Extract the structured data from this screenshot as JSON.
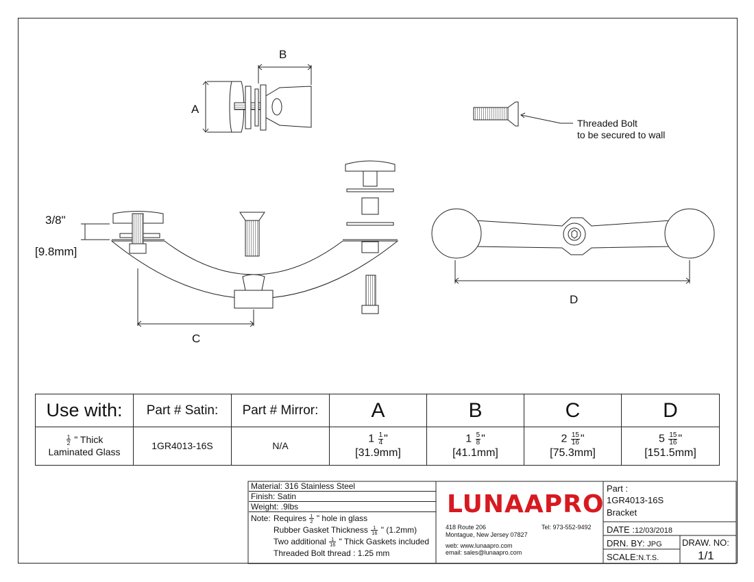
{
  "drawing": {
    "dim_a": "A",
    "dim_b": "B",
    "dim_c": "C",
    "dim_d": "D",
    "thickness_in": "3/8\"",
    "thickness_mm": "[9.8mm]",
    "bolt_callout_line1": "Threaded Bolt",
    "bolt_callout_line2": "to be secured to wall"
  },
  "spec_table": {
    "headers": [
      "Use with:",
      "Part # Satin:",
      "Part # Mirror:",
      "A",
      "B",
      "C",
      "D"
    ],
    "use_with": {
      "whole": "",
      "num": "1",
      "den": "2",
      "suffix": " \" Thick",
      "line2": "Laminated Glass"
    },
    "part_satin": "1GR4013-16S",
    "part_mirror": "N/A",
    "dims": [
      {
        "whole": "1",
        "num": "1",
        "den": "4",
        "mm": "[31.9mm]"
      },
      {
        "whole": "1",
        "num": "5",
        "den": "8",
        "mm": "[41.1mm]"
      },
      {
        "whole": "2",
        "num": "15",
        "den": "16",
        "mm": "[75.3mm]"
      },
      {
        "whole": "5",
        "num": "15",
        "den": "16",
        "mm": "[151.5mm]"
      }
    ]
  },
  "title_block": {
    "material": "Material: 316 Stainless Steel",
    "finish": "Finish: Satin",
    "weight": "Weight: .9lbs",
    "note_label": "Note:",
    "note1_pre": "Requires ",
    "note1_num": "1",
    "note1_den": "2",
    "note1_post": " \" hole in glass",
    "note2_pre": "Rubber Gasket Thickness ",
    "note2_num": "1",
    "note2_den": "16",
    "note2_post": " \" (1.2mm)",
    "note3_pre": "Two additional ",
    "note3_num": "1",
    "note3_den": "16",
    "note3_post": " \" Thick Gaskets included",
    "note4": "Threaded Bolt thread : 1.25 mm",
    "logo": "LUNAAPRO",
    "address1": "418 Route 206",
    "address2": "Montague, New Jersey 07827",
    "tel": "Tel: 973-552-9492",
    "web": "web: www.lunaapro.com",
    "email": "email: sales@lunaapro.com",
    "part_label": "Part :",
    "part_number": "1GR4013-16S",
    "part_name": "Bracket",
    "date_label": "DATE :",
    "date_value": "12/03/2018",
    "drn_label": "DRN. BY:",
    "drn_value": "JPG",
    "scale_label": "SCALE:",
    "scale_value": "N.T.S.",
    "draw_no_label": "DRAW. NO:",
    "draw_no_value": "1/1"
  },
  "colors": {
    "logo": "#d71920",
    "line": "#222222"
  }
}
